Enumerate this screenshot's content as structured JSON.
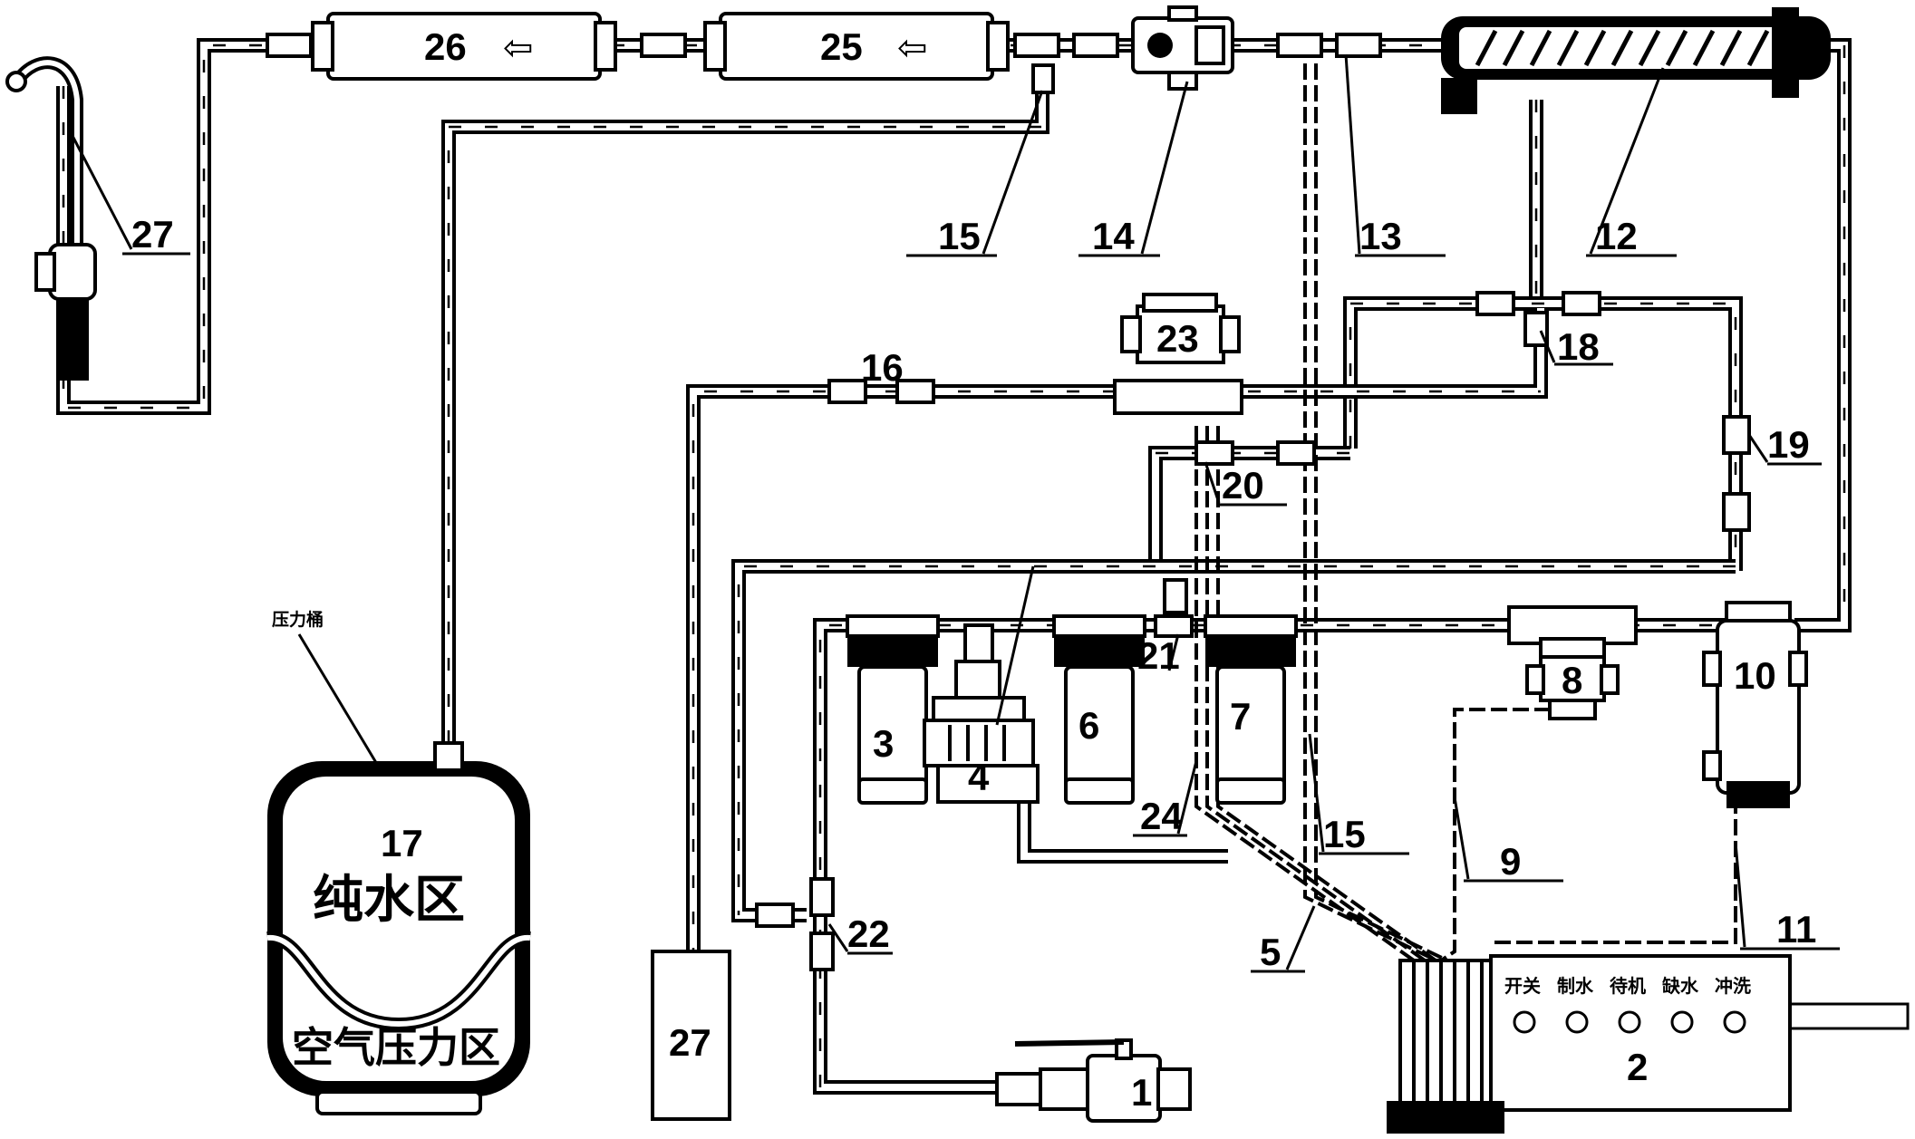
{
  "components": {
    "c1": "1",
    "c2": "2",
    "c3": "3",
    "c4": "4",
    "c5": "5",
    "c6": "6",
    "c7": "7",
    "c8": "8",
    "c9": "9",
    "c10": "10",
    "c11": "11",
    "c12": "12",
    "c13": "13",
    "c14": "14",
    "c15a": "15",
    "c15b": "15",
    "c16": "16",
    "c17": "17",
    "c18": "18",
    "c19": "19",
    "c20": "20",
    "c21": "21",
    "c22": "22",
    "c23": "23",
    "c24": "24",
    "c25": "25",
    "c26": "26",
    "c27a": "27",
    "c27b": "27"
  },
  "tank": {
    "pure_zone": "纯水区",
    "air_zone": "空气压力区",
    "tag": "压力桶"
  },
  "panel": {
    "buttons": [
      "开关",
      "制水",
      "待机",
      "缺水",
      "冲洗"
    ]
  },
  "arrows": {
    "flow_left": "⇦"
  }
}
